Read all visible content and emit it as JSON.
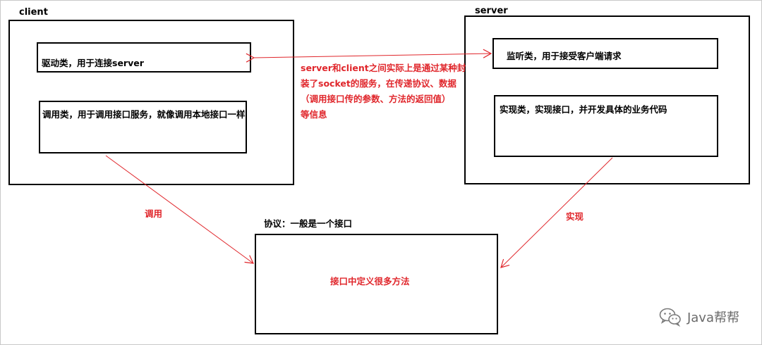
{
  "client": {
    "title": "client",
    "driver_text": "驱动类，用于连接server",
    "invoker_text": "调用类，用于调用接口服务，就像调用本地接口一样"
  },
  "server": {
    "title": "server",
    "listener_text": "监听类，用于接受客户端请求",
    "impl_text": "实现类，实现接口，并开发具体的业务代码"
  },
  "protocol": {
    "title": "协议：一般是一个接口",
    "body_text": "接口中定义很多方法"
  },
  "center_note": {
    "lines": [
      "server和client之间实际上是通过某种封",
      "装了socket的服务，在传递协议、数据",
      "（调用接口传的参数、方法的返回值）",
      "等信息"
    ]
  },
  "arrows": {
    "call_label": "调用",
    "implement_label": "实现"
  },
  "watermark": {
    "text": "Java帮帮",
    "icon": "wechat-icon"
  },
  "colors": {
    "accent_red": "#e0262b",
    "line_black": "#000000",
    "watermark_gray": "#6a6a6a"
  }
}
